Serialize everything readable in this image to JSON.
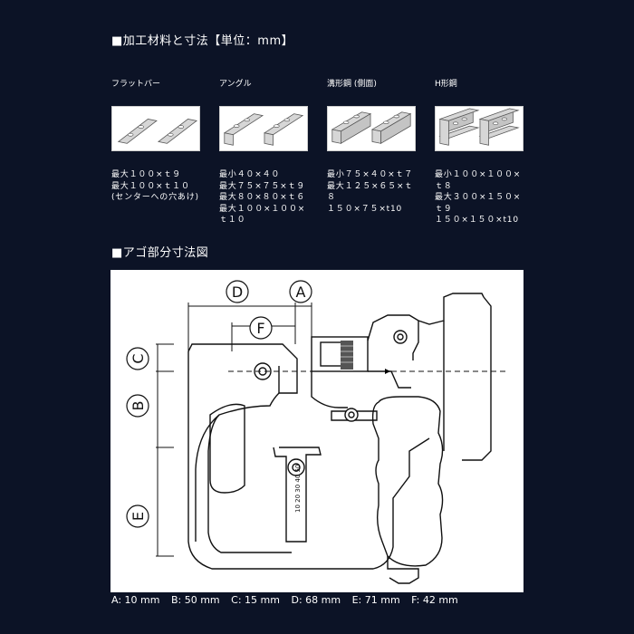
{
  "header": {
    "title": "■加工材料と寸法【単位：mm】"
  },
  "materials": [
    {
      "label": "フラットバー",
      "specs": [
        "最大１００×ｔ９",
        "最大１００×ｔ１０",
        "(センターへの穴あけ)"
      ]
    },
    {
      "label": "アングル",
      "specs": [
        "最小４０×４０",
        "最大７５×７５×ｔ９",
        "最大８０×８０×ｔ６",
        "最大１００×１００×",
        "ｔ１０"
      ]
    },
    {
      "label": "溝形鋼 (側面)",
      "specs": [
        "最小７５×４０×ｔ７",
        "最大１２５×６５×ｔ",
        "８",
        "１５０×７５×t10"
      ]
    },
    {
      "label": "H形鋼",
      "specs": [
        "最小１００×１００×",
        "ｔ８",
        "最大３００×１５０×",
        "ｔ９",
        "１５０×１５０×t10"
      ]
    }
  ],
  "jaw_section": {
    "title": "■アゴ部分寸法図",
    "dimension_labels": [
      "D",
      "A",
      "F",
      "C",
      "B",
      "E"
    ],
    "scale_text": "10 20 30 40 50"
  },
  "legend": [
    "A: 10 mm",
    "B: 50 mm",
    "C: 15 mm",
    "D: 68 mm",
    "E: 71 mm",
    "F: 42 mm"
  ]
}
